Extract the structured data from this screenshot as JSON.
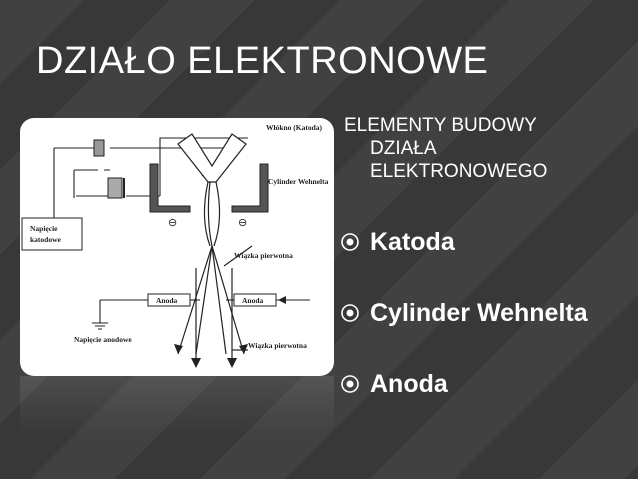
{
  "slide": {
    "title": "DZIAŁO ELEKTRONOWE",
    "heading_line1": "ELEMENTY BUDOWY",
    "heading_line2": "DZIAŁA",
    "heading_line3": "ELEKTRONOWEGO",
    "bullet_icon": "circled-bullet-icon",
    "bullets": [
      "Katoda",
      "Cylinder Wehnelta",
      "Anoda"
    ]
  },
  "diagram": {
    "labels": {
      "filament": "Włókno (Katoda)",
      "wehnelt": "Cylinder Wehnelta",
      "cathode_voltage_1": "Napięcie",
      "cathode_voltage_2": "katodowe",
      "beam_upper": "Wiązka pierwotna",
      "anode_left": "Anoda",
      "anode_right": "Anoda",
      "anode_voltage": "Napięcie anodowe",
      "beam_lower": "Wiązka pierwotna",
      "minus_left": "⊖",
      "minus_right": "⊖"
    }
  },
  "colors": {
    "background": "#3a3a3a",
    "text": "#ffffff",
    "diagram_bg": "#ffffff"
  }
}
